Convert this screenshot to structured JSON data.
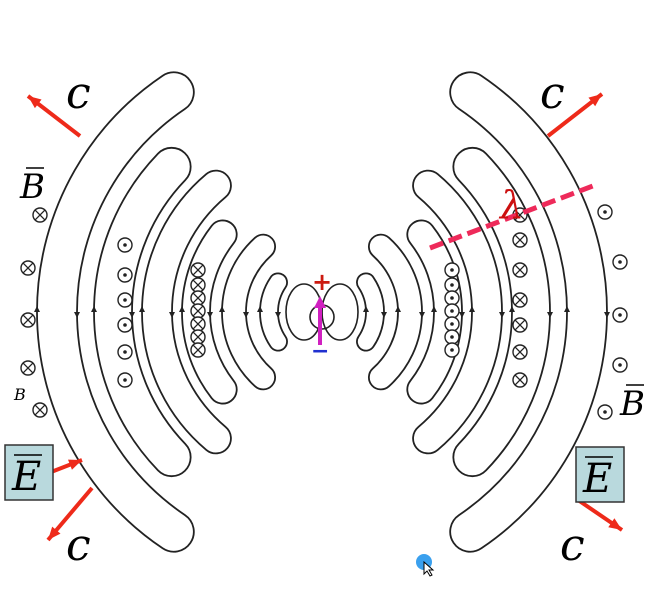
{
  "labels": {
    "c": "c",
    "B": "B",
    "B_small": "B",
    "E": "E",
    "lambda": "λ",
    "plus": "+",
    "minus": "−"
  },
  "colors": {
    "field_line": "#222222",
    "arrow": "#ee2a1a",
    "dipole_arrow": "#d020c0",
    "plus": "#cc1a10",
    "minus": "#2030d0",
    "e_box": "#b9d9dd",
    "wavelength_marker": "#ee2a5a",
    "cursor": "#3aa0ee"
  },
  "symbols": {
    "out_of_page": "dot-in-circle",
    "into_page": "cross-in-circle"
  }
}
